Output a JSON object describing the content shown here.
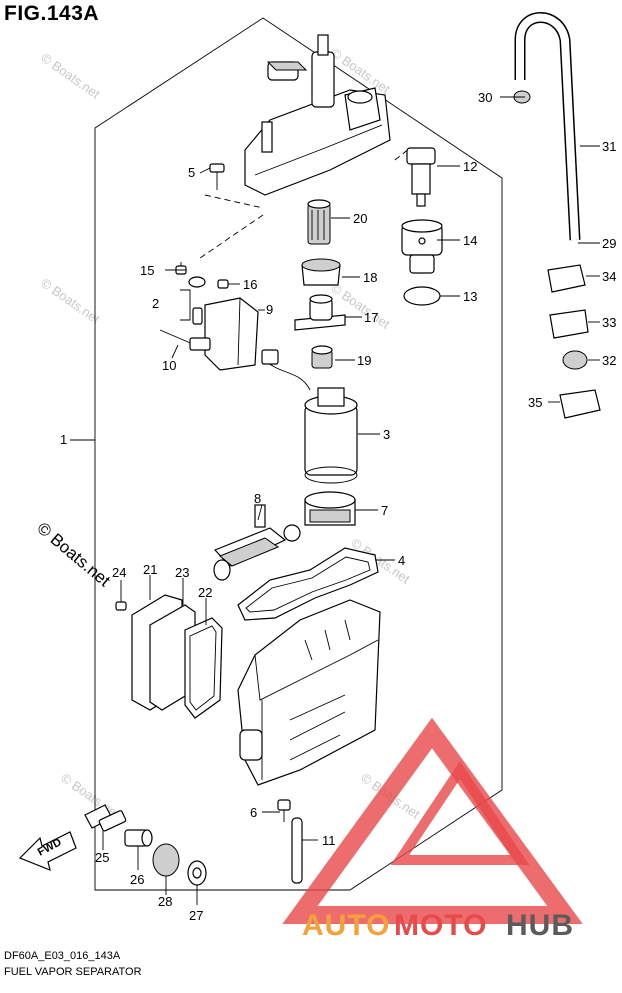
{
  "figure": {
    "title": "FIG.143A",
    "code": "DF60A_E03_016_143A",
    "name": "FUEL VAPOR SEPARATOR"
  },
  "watermark": {
    "text": "© Boats.net"
  },
  "logo": {
    "part1": "AUTO",
    "part2": "MOTO",
    "part3": "HUB",
    "color_red": "#e8494a",
    "color_orange": "#f4a13a",
    "color_gray": "#5b5b5b"
  },
  "direction": {
    "label": "FWD"
  },
  "callouts": [
    "1",
    "2",
    "3",
    "4",
    "5",
    "6",
    "7",
    "8",
    "9",
    "10",
    "11",
    "12",
    "13",
    "14",
    "15",
    "16",
    "17",
    "18",
    "19",
    "20",
    "21",
    "22",
    "23",
    "24",
    "25",
    "26",
    "27",
    "28",
    "29",
    "30",
    "31",
    "32",
    "33",
    "34",
    "35"
  ]
}
